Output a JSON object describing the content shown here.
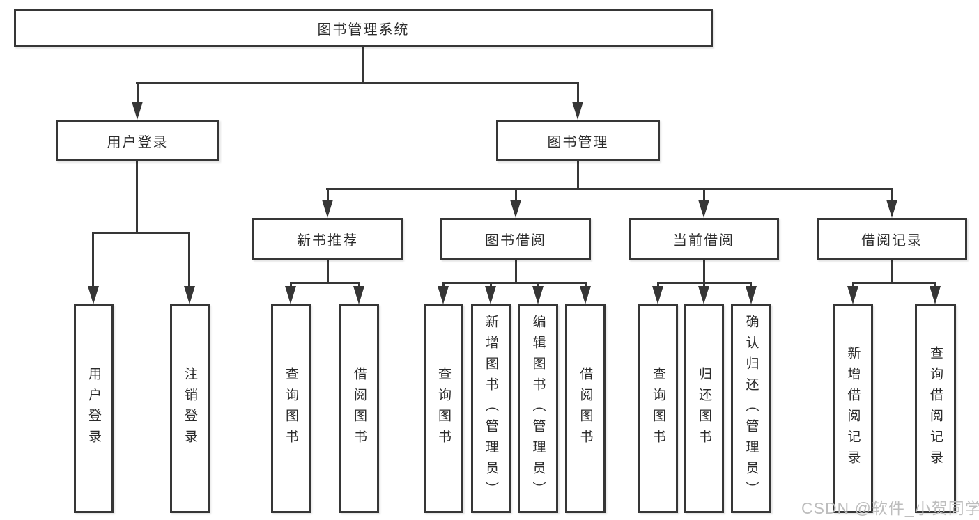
{
  "title": "图书管理系统",
  "watermark": "CSDN @软件_小贺同学",
  "colors": {
    "line": "#363636",
    "text": "#2b2b2b",
    "watermark": "#bdbdbd",
    "background": "#ffffff"
  },
  "nodes": {
    "root": {
      "label": "图书管理系统"
    },
    "level2": [
      {
        "id": "user-login",
        "label": "用户登录"
      },
      {
        "id": "book-management",
        "label": "图书管理"
      }
    ],
    "level3": [
      {
        "id": "new-book-recommendation",
        "label": "新书推荐"
      },
      {
        "id": "book-borrowing",
        "label": "图书借阅"
      },
      {
        "id": "current-borrowing",
        "label": "当前借阅"
      },
      {
        "id": "borrowing-records",
        "label": "借阅记录"
      }
    ],
    "leaves": [
      {
        "id": "user-login-leaf",
        "label": "用户登录"
      },
      {
        "id": "logout-leaf",
        "label": "注销登录"
      },
      {
        "id": "query-books-recommend",
        "label": "查询图书"
      },
      {
        "id": "borrow-books-recommend",
        "label": "借阅图书"
      },
      {
        "id": "query-books-borrowing",
        "label": "查询图书"
      },
      {
        "id": "add-books-admin",
        "label": "新增图书（管理员）"
      },
      {
        "id": "edit-books-admin",
        "label": "编辑图书（管理员）"
      },
      {
        "id": "borrow-books",
        "label": "借阅图书"
      },
      {
        "id": "query-books-current",
        "label": "查询图书"
      },
      {
        "id": "return-books",
        "label": "归还图书"
      },
      {
        "id": "confirm-return-admin",
        "label": "确认归还（管理员）"
      },
      {
        "id": "add-borrow-record",
        "label": "新增借阅记录"
      },
      {
        "id": "query-borrow-record",
        "label": "查询借阅记录"
      }
    ]
  }
}
